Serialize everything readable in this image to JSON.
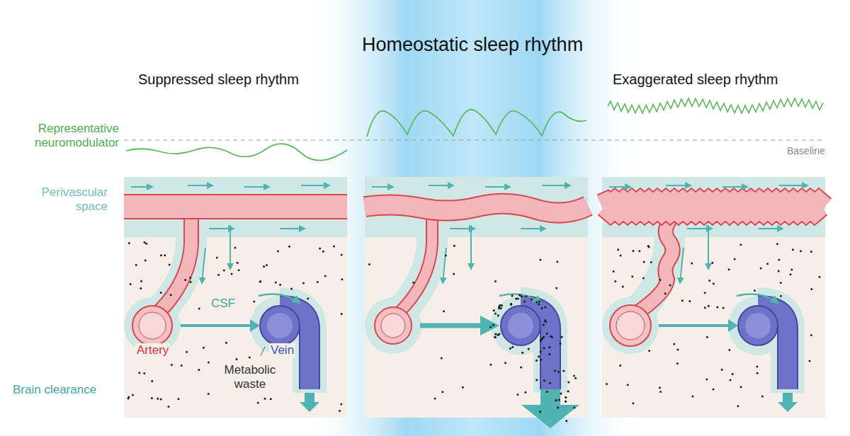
{
  "diagram": {
    "title": "Homeostatic sleep rhythm",
    "labels": [
      "Suppressed sleep rhythm",
      "Exaggerated sleep rhythm",
      "Representative neuromodulator",
      "Baseline",
      "Perivascular space",
      "CSF",
      "Artery",
      "Vein",
      "Metabolic waste",
      "Brain clearance"
    ]
  }
}
